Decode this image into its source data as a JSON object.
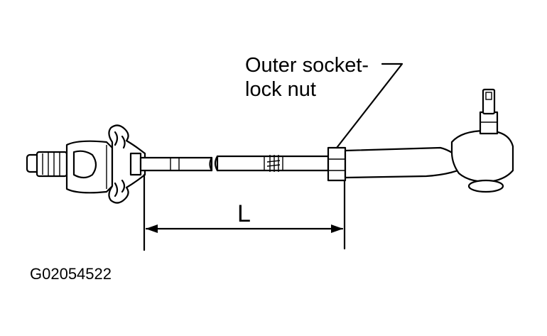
{
  "callout": {
    "line1": "Outer socket-",
    "line2": "lock nut"
  },
  "dimension": {
    "label": "L"
  },
  "figure_code": "G02054522"
}
